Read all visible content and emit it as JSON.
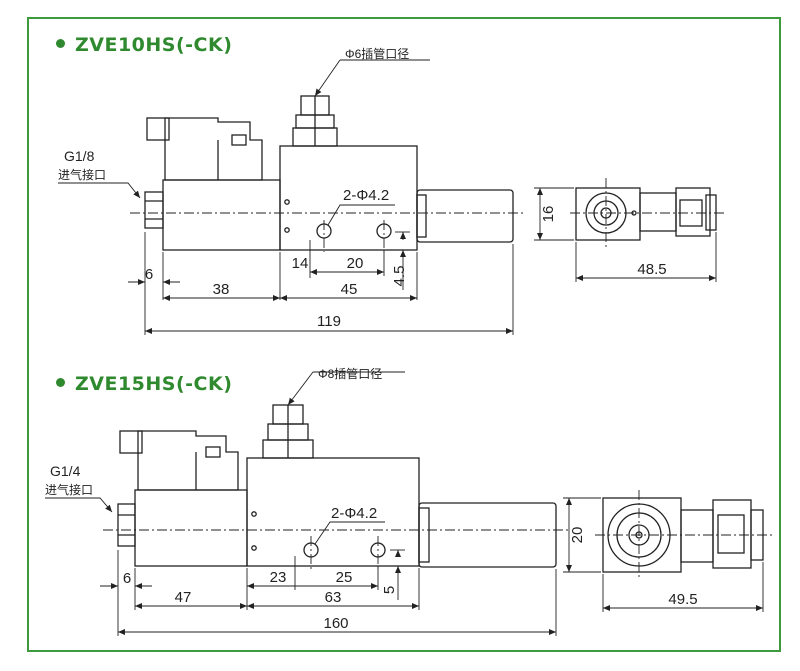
{
  "colors": {
    "frame": "#3d9a3d",
    "title": "#2f8a2f",
    "line": "#222222"
  },
  "top": {
    "title": "ZVE10HS(-CK)",
    "tube_label": "Φ6插管口径",
    "port_label_1": "G1/8",
    "port_label_2": "进气接口",
    "hole_label": "2-Φ4.2",
    "dims": {
      "a": "6",
      "b": "38",
      "c": "45",
      "d": "119",
      "e": "14",
      "f": "20",
      "g": "4.5",
      "h": "16",
      "i": "48.5"
    }
  },
  "bottom": {
    "title": "ZVE15HS(-CK)",
    "tube_label": "Φ8插管口径",
    "port_label_1": "G1/4",
    "port_label_2": "进气接口",
    "hole_label": "2-Φ4.2",
    "dims": {
      "a": "6",
      "b": "47",
      "c": "63",
      "d": "160",
      "e": "23",
      "f": "25",
      "g": "5",
      "h": "20",
      "i": "49.5"
    }
  }
}
